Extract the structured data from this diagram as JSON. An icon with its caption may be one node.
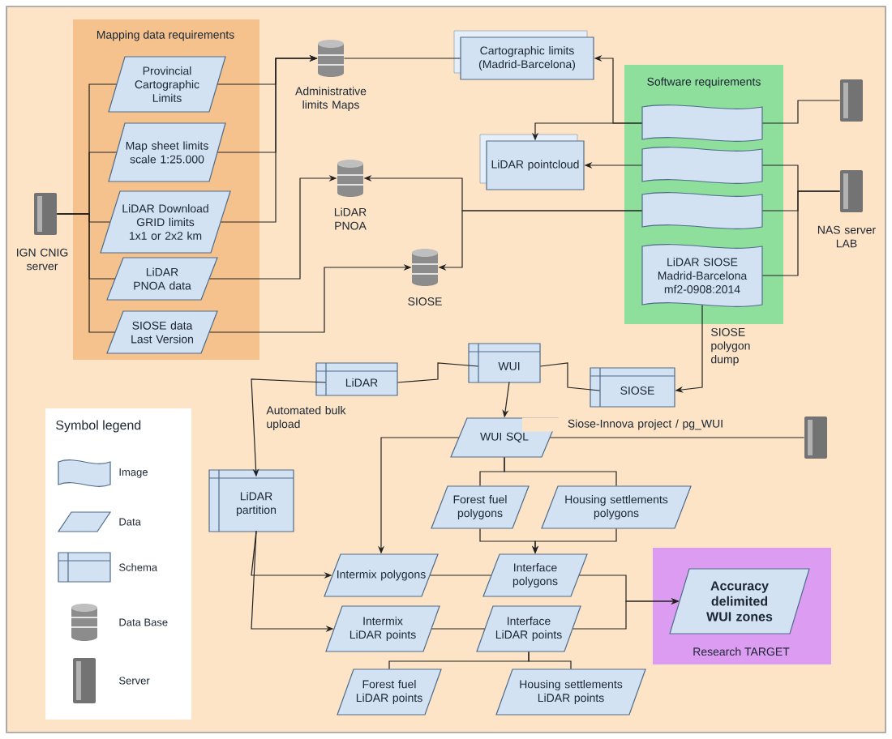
{
  "diagram": {
    "nodes": [
      {
        "text": [
          "Mapping data requirements"
        ]
      },
      {
        "text": [
          "Provincial Cartographic Limits"
        ],
        "in": 0
      },
      {
        "text": [
          "Map sheet limits scale 1:25.000"
        ],
        "in": 0
      },
      {
        "text": [
          "LiDAR Download GRID limits 1x1 or 2x2 km"
        ],
        "in": 0
      },
      {
        "text": [
          "LiDAR PNOA data"
        ],
        "in": 0
      },
      {
        "text": [
          "SIOSE data Last Version"
        ],
        "in": 0
      },
      {
        "text": [
          "IGN CNIG server"
        ]
      },
      {
        "text": [
          "Administrative limits Maps"
        ]
      },
      {
        "text": [
          "Cartographic limits (Madrid-Barcelona)"
        ]
      },
      {
        "text": [
          "LiDAR PNOA"
        ]
      },
      {
        "text": [
          "SIOSE"
        ]
      },
      {
        "text": [
          "Software requirements"
        ]
      },
      {
        "text": [],
        "shape": "wave",
        "in": 11
      },
      {
        "text": [],
        "shape": "wave",
        "in": 11
      },
      {
        "text": [],
        "shape": "wave",
        "in": 11
      },
      {
        "text": [
          "LiDAR SIOSE Madrid-Barcelona mf2-0908:2014"
        ],
        "in": 11
      },
      {
        "text": [],
        "shape": "server"
      },
      {
        "text": [
          "LiDAR pointcloud"
        ]
      },
      {
        "text": [
          "NAS server LAB"
        ]
      },
      {
        "text": [
          "WUI"
        ]
      },
      {
        "text": [
          "LiDAR"
        ]
      },
      {
        "text": [
          "SIOSE"
        ]
      },
      {
        "text": [
          "LiDAR partition"
        ]
      },
      {
        "text": [
          "WUI SQL"
        ]
      },
      {
        "text": [],
        "shape": "server"
      },
      {
        "text": [
          "Forest fuel polygons"
        ]
      },
      {
        "text": [
          "Housing settlements polygons"
        ]
      },
      {
        "text": [
          "Intermix polygons"
        ]
      },
      {
        "text": [
          "Interface polygons"
        ]
      },
      {
        "text": [
          "Intermix LiDAR points"
        ]
      },
      {
        "text": [
          "Interface LiDAR points"
        ]
      },
      {
        "text": [
          "Forest fuel LiDAR points"
        ]
      },
      {
        "text": [
          "Housing settlements LiDAR points"
        ]
      },
      {
        "text": [
          "Research TARGET"
        ]
      },
      {
        "text": [
          "Accuracy delimited WUI zones"
        ],
        "in": 33
      }
    ],
    "edges": [
      {
        "from": 6,
        "to": 1,
        "arrow": "none"
      },
      {
        "from": 6,
        "to": 2,
        "arrow": "none"
      },
      {
        "from": 6,
        "to": 3,
        "arrow": "none"
      },
      {
        "from": 6,
        "to": 4,
        "arrow": "none"
      },
      {
        "from": 6,
        "to": 5,
        "arrow": "none"
      },
      {
        "from": 1,
        "to": 7,
        "arrow": "to"
      },
      {
        "from": 2,
        "to": 7,
        "arrow": "to"
      },
      {
        "from": 3,
        "to": 7,
        "arrow": "to"
      },
      {
        "from": 4,
        "to": 9,
        "arrow": "to"
      },
      {
        "from": 5,
        "to": 10,
        "arrow": "to"
      },
      {
        "from": 7,
        "to": 8,
        "arrow": "none"
      },
      {
        "from": 12,
        "to": 8,
        "arrow": "to"
      },
      {
        "from": 12,
        "to": 17,
        "arrow": "to"
      },
      {
        "from": 13,
        "to": 17,
        "arrow": "to"
      },
      {
        "from": 14,
        "to": 9,
        "arrow": "to"
      },
      {
        "from": 14,
        "to": 10,
        "arrow": "to"
      },
      {
        "from": 16,
        "to": 12,
        "arrow": "none"
      },
      {
        "from": 18,
        "to": 13,
        "arrow": "none"
      },
      {
        "from": 18,
        "to": 14,
        "arrow": "none"
      },
      {
        "from": 18,
        "to": 15,
        "arrow": "none"
      },
      {
        "from": 15,
        "to": 21,
        "arrow": "to",
        "label": "SIOSE polygon dump"
      },
      {
        "from": 19,
        "to": 20,
        "arrow": "none"
      },
      {
        "from": 19,
        "to": 21,
        "arrow": "none"
      },
      {
        "from": 19,
        "to": 23,
        "arrow": "to"
      },
      {
        "from": 20,
        "to": 22,
        "arrow": "to",
        "label": "Automated bulk upload"
      },
      {
        "from": 23,
        "to": 24,
        "arrow": "none",
        "label": "Siose-Innova project / pg_WUI"
      },
      {
        "from": 23,
        "to": 27,
        "arrow": "to"
      },
      {
        "from": 23,
        "to": 25,
        "arrow": "none"
      },
      {
        "from": 23,
        "to": 26,
        "arrow": "none"
      },
      {
        "from": 25,
        "to": 28,
        "arrow": "to"
      },
      {
        "from": 26,
        "to": 28,
        "arrow": "to"
      },
      {
        "from": 22,
        "to": 27,
        "arrow": "to"
      },
      {
        "from": 22,
        "to": 29,
        "arrow": "to"
      },
      {
        "from": 27,
        "to": 28,
        "arrow": "none"
      },
      {
        "from": 29,
        "to": 30,
        "arrow": "none"
      },
      {
        "from": 28,
        "to": 34,
        "arrow": "to"
      },
      {
        "from": 30,
        "to": 34,
        "arrow": "to"
      },
      {
        "from": 30,
        "to": 31,
        "arrow": "none"
      },
      {
        "from": 30,
        "to": 32,
        "arrow": "none"
      }
    ],
    "labels": [
      "Symbol legend"
    ],
    "legend": [
      {
        "text": "Image"
      },
      {
        "text": "Data"
      },
      {
        "text": "Schema"
      },
      {
        "text": "Data Base"
      },
      {
        "text": "Server"
      }
    ]
  }
}
